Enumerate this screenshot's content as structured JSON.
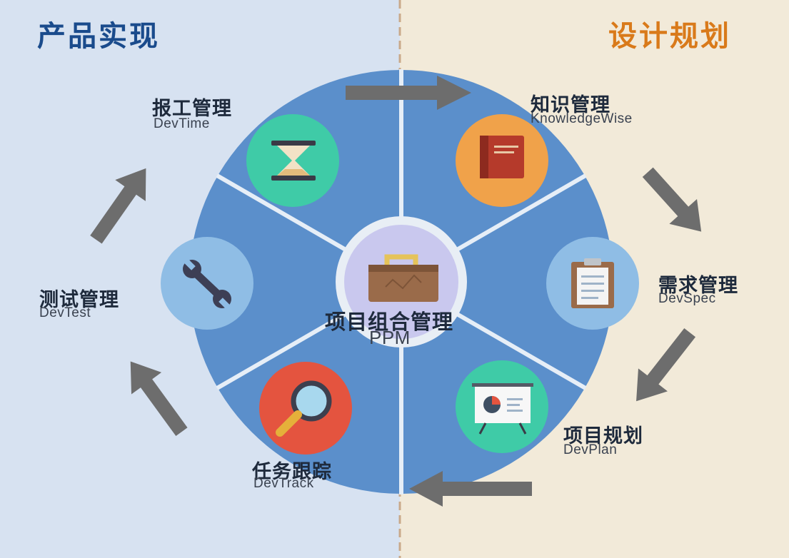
{
  "panels": {
    "left_title": "产品实现",
    "right_title": "设计规划",
    "left_color": "#1a4b8c",
    "right_color": "#d97a1a",
    "left_bg": "#d7e2f1",
    "right_bg": "#f2ead9"
  },
  "center": {
    "label": "项目组合管理",
    "sub": "PPM",
    "icon": "briefcase-icon"
  },
  "modules": {
    "devtime": {
      "label": "报工管理",
      "sub": "DevTime",
      "icon": "hourglass-icon",
      "color": "#3fcba7"
    },
    "knowledge": {
      "label": "知识管理",
      "sub": "KnowledgeWise",
      "icon": "book-icon",
      "color": "#f0a24a"
    },
    "devspec": {
      "label": "需求管理",
      "sub": "DevSpec",
      "icon": "clipboard-icon",
      "color": "#8fbde5"
    },
    "devplan": {
      "label": "项目规划",
      "sub": "DevPlan",
      "icon": "presentation-chart-icon",
      "color": "#3fcba7"
    },
    "devtrack": {
      "label": "任务跟踪",
      "sub": "DevTrack",
      "icon": "magnifier-icon",
      "color": "#e4543f"
    },
    "devtest": {
      "label": "测试管理",
      "sub": "DevTest",
      "icon": "wrench-icon",
      "color": "#8fbde5"
    }
  },
  "colors": {
    "wheel": "#5b8fcb",
    "wheel_line": "#e6eef7",
    "arrow": "#6d6d6d"
  }
}
